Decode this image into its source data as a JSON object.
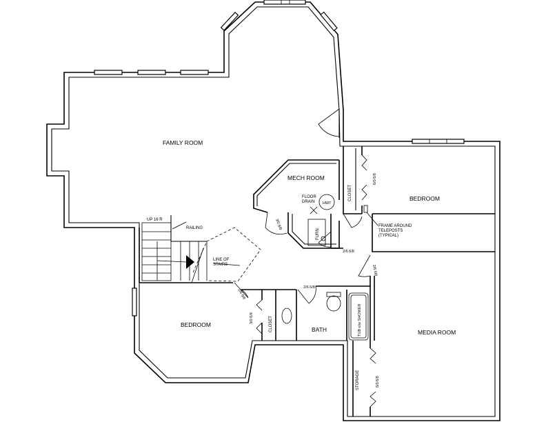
{
  "rooms": {
    "family_room": "FAMILY ROOM",
    "mech_room": "MECH ROOM",
    "bedroom_east": "BEDROOM",
    "bedroom_west": "BEDROOM",
    "media_room": "MEDIA ROOM",
    "bath": "BATH"
  },
  "labels": {
    "floor_drain_1": "FLOOR",
    "floor_drain_2": "DRAIN",
    "hwt": "HWT",
    "furn": "FURN",
    "closet_east": "CLOSET",
    "closet_west": "CLOSET",
    "storage": "STORAGE",
    "tub_shower": "TUB o/w SHOWER",
    "up_stairs": "UP 16 R",
    "railing": "RAILING",
    "line_of_stairs_1": "LINE OF",
    "line_of_stairs_2": "STAIRS",
    "frame_note_1": "FRAME AROUND",
    "frame_note_2": "TELEPOSTS",
    "frame_note_3": "(TYPICAL)"
  },
  "doors": {
    "mech_door": "3/0 6/8",
    "hall_door": "2/6 6/8",
    "media_door": "2/6 6/8",
    "bath_door": "2/6 6/8",
    "bedroom_west_door": "2/6 6/8",
    "closet_west_door": "3/0 6/8",
    "closet_east_door": "6/0 6/8",
    "storage_door": "6/0 6/8"
  }
}
